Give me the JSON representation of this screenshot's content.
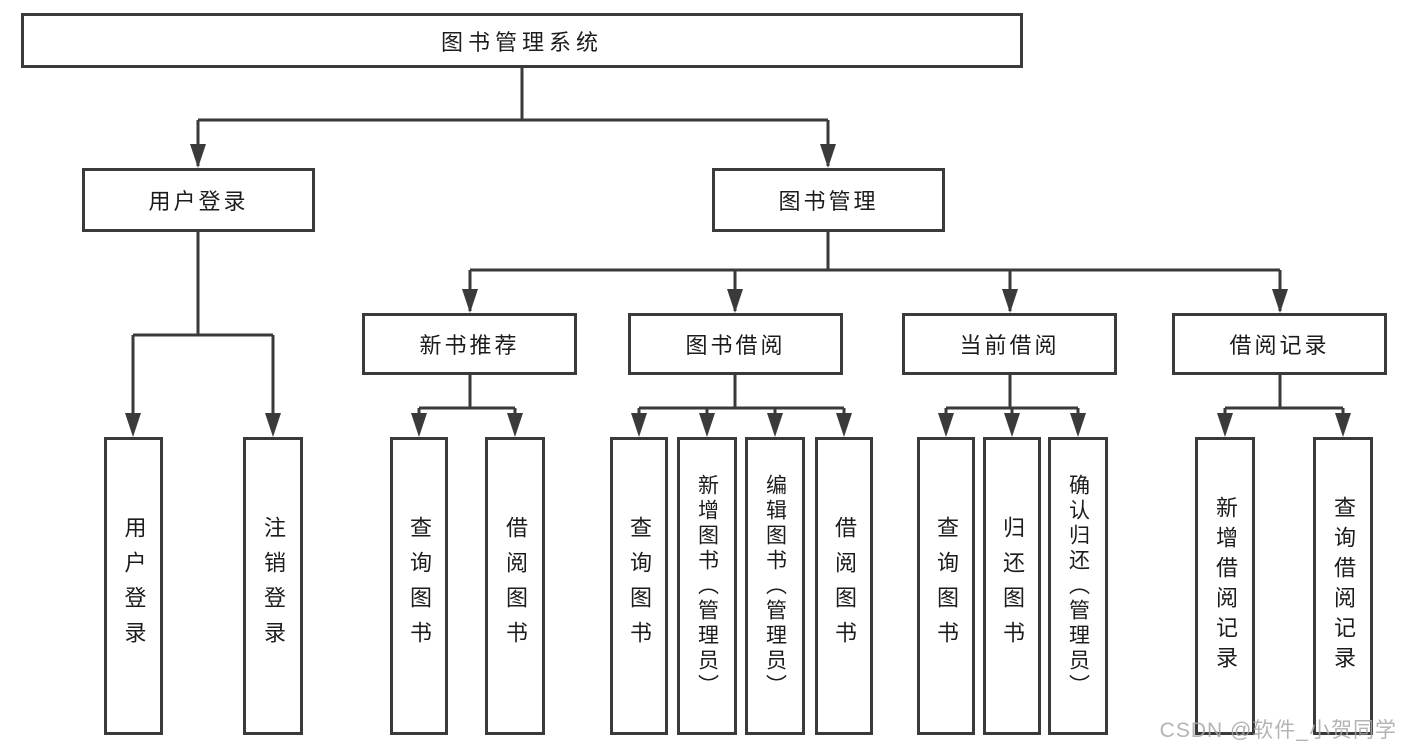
{
  "page": {
    "watermark": "CSDN @软件_小贺同学"
  },
  "colors": {
    "background": "#ffffff",
    "line": "#3a3a3a",
    "text": "#1c1c1c",
    "watermark": "#a8a8a8"
  },
  "tree": {
    "root": {
      "label": "图书管理系统"
    },
    "level2": [
      {
        "label": "用户登录"
      },
      {
        "label": "图书管理"
      }
    ],
    "level3": [
      {
        "label": "新书推荐"
      },
      {
        "label": "图书借阅"
      },
      {
        "label": "当前借阅"
      },
      {
        "label": "借阅记录"
      }
    ],
    "leaves": {
      "user_login": [
        "用户登录",
        "注销登录"
      ],
      "new_book": [
        "查询图书",
        "借阅图书"
      ],
      "book_borrow": [
        "查询图书",
        "新增图书（管理员）",
        "编辑图书（管理员）",
        "借阅图书"
      ],
      "current_borrow": [
        "查询图书",
        "归还图书",
        "确认归还（管理员）"
      ],
      "borrow_record": [
        "新增借阅记录",
        "查询借阅记录"
      ]
    }
  }
}
